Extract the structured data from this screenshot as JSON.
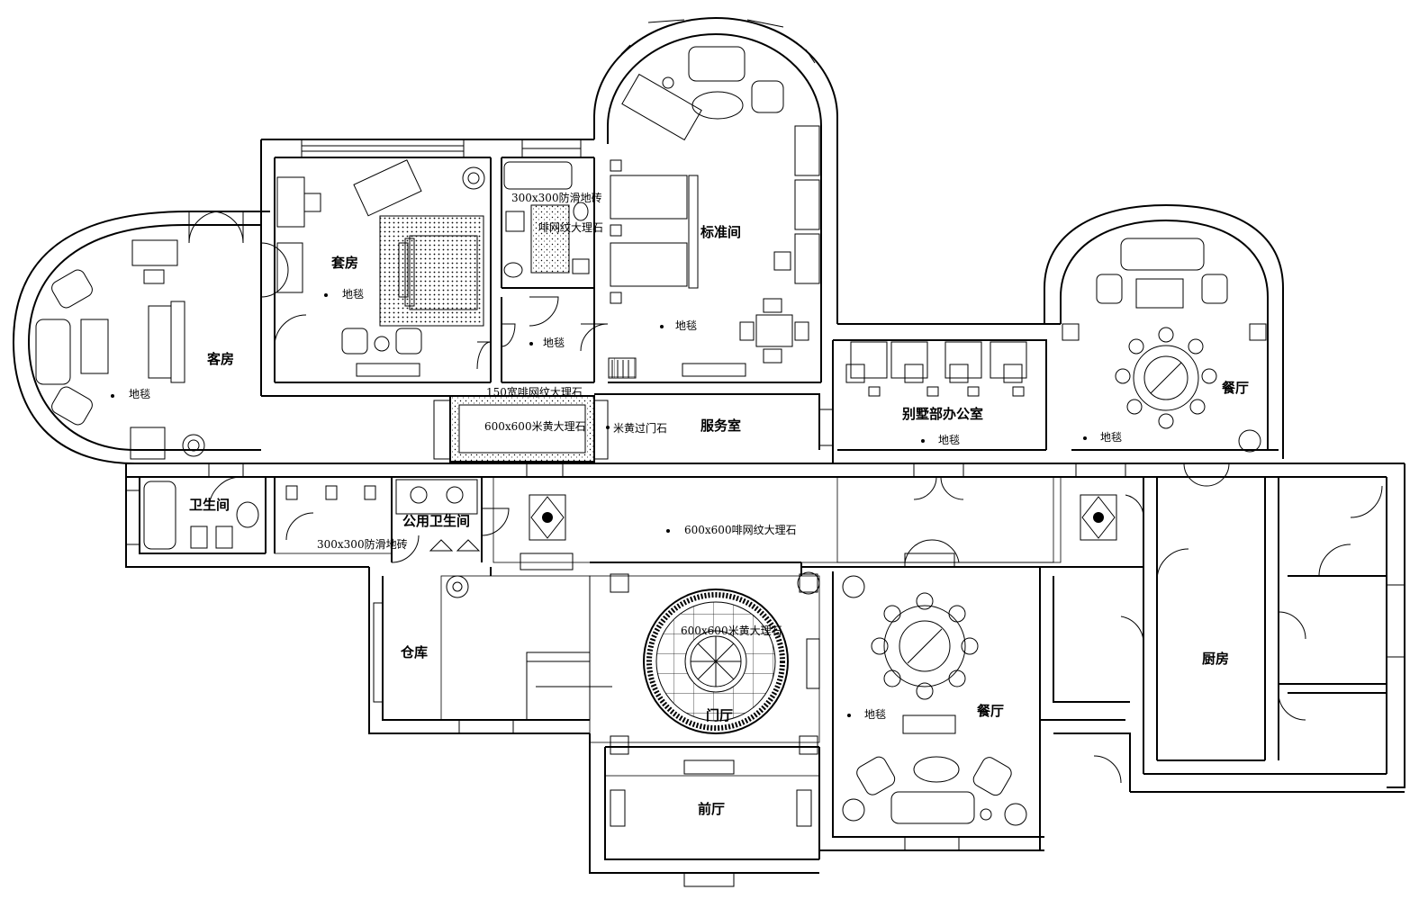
{
  "rooms": {
    "guest_room": "客房",
    "suite": "套房",
    "standard_room": "标准间",
    "bathroom": "卫生间",
    "public_bathroom": "公用卫生间",
    "storage": "仓库",
    "service_room": "服务室",
    "villa_office": "别墅部办公室",
    "dining_right": "餐厅",
    "dining_center": "餐厅",
    "kitchen": "厨房",
    "entrance_hall": "门厅",
    "front_hall": "前厅"
  },
  "annotations": {
    "carpet_guest": "地毯",
    "carpet_suite": "地毯",
    "carpet_standard": "地毯",
    "carpet_hall": "地毯",
    "carpet_office": "地毯",
    "carpet_dining_right": "地毯",
    "carpet_dining_center": "地毯",
    "antislip_300_top": "300x300防滑地砖",
    "coffee_marble_top": "啡网纹大理石",
    "border_150": "150宽啡网纹大理石",
    "beige_600_corridor": "600x600米黄大理石",
    "beige_threshold": "米黄过门石",
    "coffee_600_main": "600x600啡网纹大理石",
    "antislip_300_public": "300x300防滑地砖",
    "beige_600_hall": "600x600米黄大理石"
  }
}
